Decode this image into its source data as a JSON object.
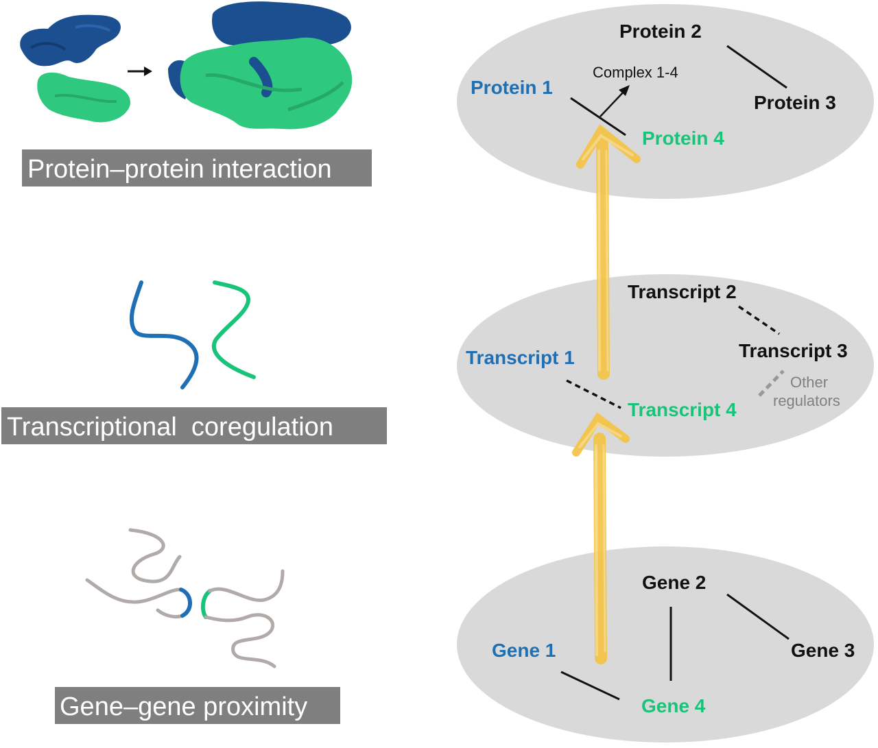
{
  "colors": {
    "blue": "#1f6fb4",
    "green": "#19c47a",
    "black": "#111111",
    "gray_text": "#808080",
    "ellipse": "#d9d9d9",
    "caption_bg": "#7f7f7f",
    "arrow_yellow": "#f5c242",
    "dark_blue_protein": "#1b4f8f",
    "green_protein": "#2ec97e",
    "chromatin_gray": "#b0aaa8"
  },
  "captions": {
    "ppi": "Protein–protein interaction",
    "coreg": "Transcriptional  coregulation",
    "proximity": "Gene–gene proximity"
  },
  "protein_layer": {
    "protein1": "Protein 1",
    "protein2": "Protein 2",
    "protein3": "Protein 3",
    "protein4": "Protein 4",
    "complex": "Complex 1-4"
  },
  "transcript_layer": {
    "transcript1": "Transcript 1",
    "transcript2": "Transcript 2",
    "transcript3": "Transcript 3",
    "transcript4": "Transcript 4",
    "other1": "Other",
    "other2": "regulators"
  },
  "gene_layer": {
    "gene1": "Gene 1",
    "gene2": "Gene 2",
    "gene3": "Gene 3",
    "gene4": "Gene 4"
  },
  "icons": {
    "protein_complex": "protein-complex-icon",
    "transcripts": "transcript-strands-icon",
    "chromatin": "chromatin-loop-icon",
    "arrow": "right-arrow-icon"
  }
}
